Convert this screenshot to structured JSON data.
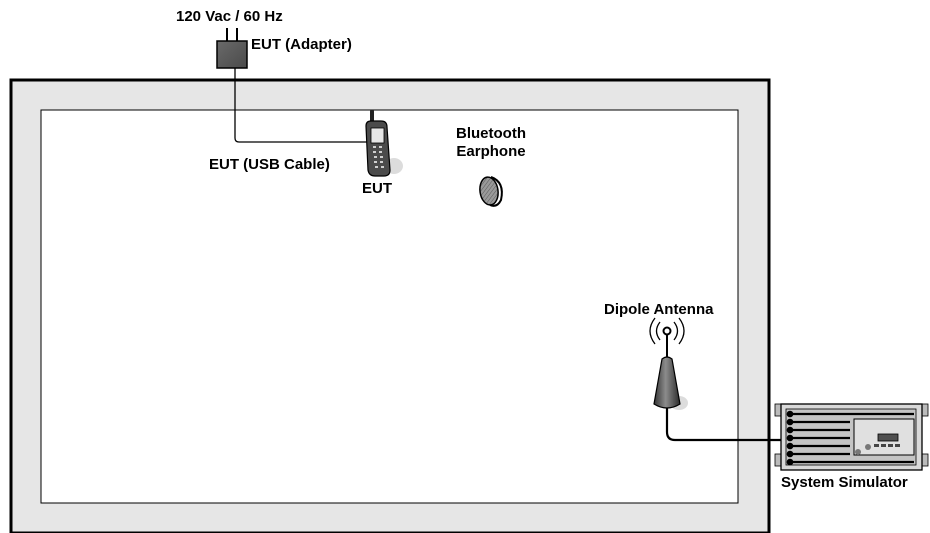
{
  "power": {
    "label": "120 Vac / 60 Hz"
  },
  "adapter": {
    "label": "EUT (Adapter)",
    "icon": "power-adapter-icon"
  },
  "usb_cable": {
    "label": "EUT (USB Cable)"
  },
  "eut": {
    "label": "EUT",
    "icon": "mobile-phone-icon"
  },
  "earphone": {
    "label_line1": "Bluetooth",
    "label_line2": "Earphone",
    "icon": "earphone-icon"
  },
  "antenna": {
    "label": "Dipole Antenna",
    "icon": "dipole-antenna-icon"
  },
  "simulator": {
    "label": "System Simulator",
    "icon": "system-simulator-icon"
  }
}
